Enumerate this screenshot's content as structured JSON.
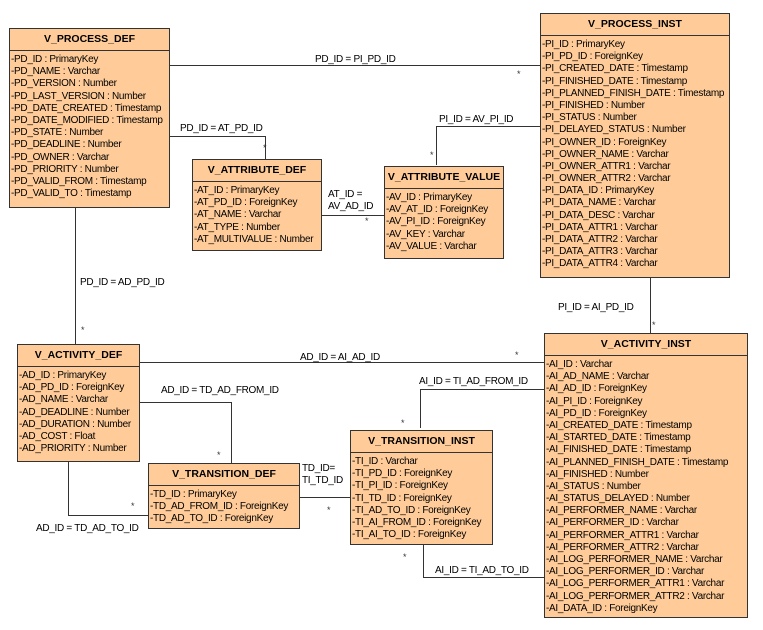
{
  "entities": {
    "process_def": {
      "name": "V_PROCESS_DEF",
      "fields": [
        "-PD_ID : PrimaryKey",
        "-PD_NAME : Varchar",
        "-PD_VERSION : Number",
        "-PD_LAST_VERSION : Number",
        "-PD_DATE_CREATED : Timestamp",
        "-PD_DATE_MODIFIED : Timestamp",
        "-PD_STATE : Number",
        "-PD_DEADLINE : Number",
        "-PD_OWNER : Varchar",
        "-PD_PRIORITY : Number",
        "-PD_VALID_FROM : Timestamp",
        "-PD_VALID_TO : Timestamp"
      ]
    },
    "process_inst": {
      "name": "V_PROCESS_INST",
      "fields": [
        "-PI_ID : PrimaryKey",
        "-PI_PD_ID : ForeignKey",
        "-PI_CREATED_DATE : Timestamp",
        "-PI_FINISHED_DATE : Timestamp",
        "-PI_PLANNED_FINISH_DATE : Timestamp",
        "-PI_FINISHED : Number",
        "-PI_STATUS : Number",
        "-PI_DELAYED_STATUS : Number",
        "-PI_OWNER_ID : ForeignKey",
        "-PI_OWNER_NAME : Varchar",
        "-PI_OWNER_ATTR1 : Varchar",
        "-PI_OWNER_ATTR2 : Varchar",
        "-PI_DATA_ID : PrimaryKey",
        "-PI_DATA_NAME : Varchar",
        "-PI_DATA_DESC : Varchar",
        "-PI_DATA_ATTR1 : Varchar",
        "-PI_DATA_ATTR2 : Varchar",
        "-PI_DATA_ATTR3 : Varchar",
        "-PI_DATA_ATTR4 : Varchar"
      ]
    },
    "attribute_def": {
      "name": "V_ATTRIBUTE_DEF",
      "fields": [
        "-AT_ID : PrimaryKey",
        "-AT_PD_ID : ForeignKey",
        "-AT_NAME : Varchar",
        "-AT_TYPE : Number",
        "-AT_MULTIVALUE : Number"
      ]
    },
    "attribute_value": {
      "name": "V_ATTRIBUTE_VALUE",
      "fields": [
        "-AV_ID : PrimaryKey",
        "-AV_AT_ID : ForeignKey",
        "-AV_PI_ID : ForeignKey",
        "-AV_KEY : Varchar",
        "-AV_VALUE : Varchar"
      ]
    },
    "activity_def": {
      "name": "V_ACTIVITY_DEF",
      "fields": [
        "-AD_ID : PrimaryKey",
        "-AD_PD_ID : ForeignKey",
        "-AD_NAME : Varchar",
        "-AD_DEADLINE : Number",
        "-AD_DURATION : Number",
        "-AD_COST : Float",
        "-AD_PRIORITY : Number"
      ]
    },
    "transition_def": {
      "name": "V_TRANSITION_DEF",
      "fields": [
        "-TD_ID : PrimaryKey",
        "-TD_AD_FROM_ID : ForeignKey",
        "-TD_AD_TO_ID : ForeignKey"
      ]
    },
    "transition_inst": {
      "name": "V_TRANSITION_INST",
      "fields": [
        "-TI_ID : Varchar",
        "-TI_PD_ID : ForeignKey",
        "-TI_PI_ID : ForeignKey",
        "-TI_TD_ID : ForeignKey",
        "-TI_AD_TO_ID : ForeignKey",
        "-TI_AI_FROM_ID : ForeignKey",
        "-TI_AI_TO_ID : ForeignKey"
      ]
    },
    "activity_inst": {
      "name": "V_ACTIVITY_INST",
      "fields": [
        "-AI_ID : Varchar",
        "-AI_AD_NAME : Varchar",
        "-AI_AD_ID : ForeignKey",
        "-AI_PI_ID : ForeignKey",
        "-AI_PD_ID : ForeignKey",
        "-AI_CREATED_DATE : Timestamp",
        "-AI_STARTED_DATE : Timestamp",
        "-AI_FINISHED_DATE : Timestamp",
        "-AI_PLANNED_FINISH_DATE : Timestamp",
        "-AI_FINISHED : Number",
        "-AI_STATUS : Number",
        "-AI_STATUS_DELAYED : Number",
        "-AI_PERFORMER_NAME : Varchar",
        "-AI_PERFORMER_ID : Varchar",
        "-AI_PERFORMER_ATTR1 : Varchar",
        "-AI_PERFORMER_ATTR2 : Varchar",
        "-AI_LOG_PERFORMER_NAME : Varchar",
        "-AI_LOG_PERFORMER_ID : Varchar",
        "-AI_LOG_PERFORMER_ATTR1 : Varchar",
        "-AI_LOG_PERFORMER_ATTR2 : Varchar",
        "-AI_DATA_ID : ForeignKey"
      ]
    }
  },
  "relations": {
    "pd_pi": "PD_ID = PI_PD_ID",
    "pd_at": "PD_ID = AT_PD_ID",
    "pi_av": "PI_ID = AV_PI_ID",
    "at_av_1": "AT_ID =",
    "at_av_2": "AV_AD_ID",
    "pd_ad": "PD_ID = AD_PD_ID",
    "pi_ai": "PI_ID = AI_PD_ID",
    "ad_ai": "AD_ID = AI_AD_ID",
    "ad_td_from": "AD_ID = TD_AD_FROM_ID",
    "ai_ti_from": "AI_ID = TI_AD_FROM_ID",
    "td_ti_1": "TD_ID=",
    "td_ti_2": "TI_TD_ID",
    "ad_td_to": "AD_ID = TD_AD_TO_ID",
    "ai_ti_to": "AI_ID = TI_AD_TO_ID",
    "many": "*"
  }
}
